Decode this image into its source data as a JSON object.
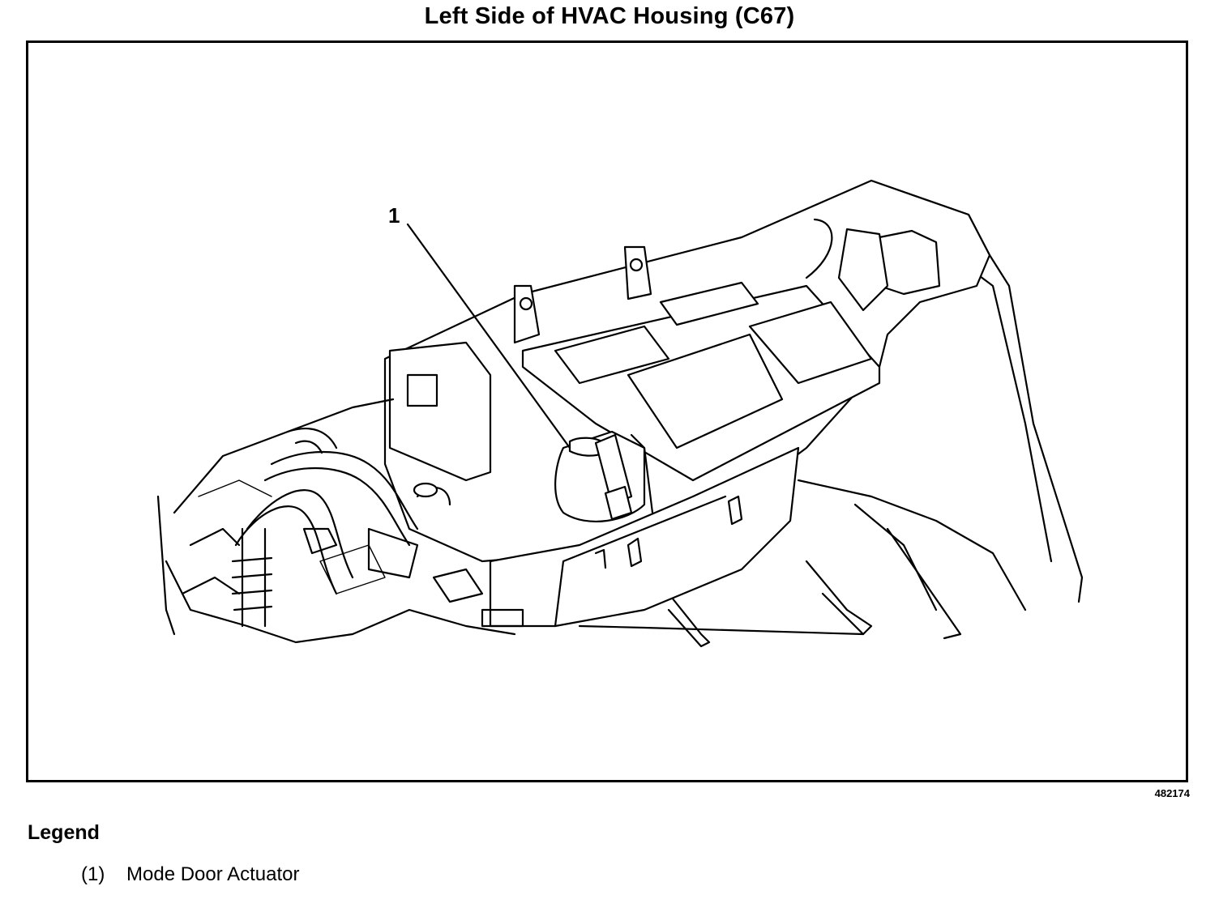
{
  "title": "Left Side of HVAC Housing (C67)",
  "figure_id": "482174",
  "callouts": [
    {
      "number": "1",
      "label": "Mode Door Actuator"
    }
  ],
  "legend": {
    "heading": "Legend",
    "items": [
      {
        "number": "(1)",
        "label": "Mode Door Actuator"
      }
    ]
  }
}
